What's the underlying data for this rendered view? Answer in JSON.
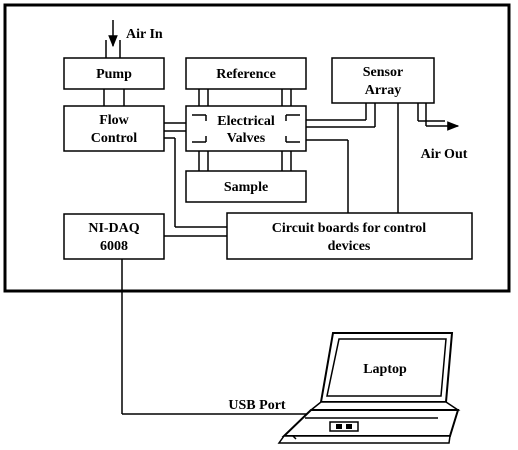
{
  "diagram": {
    "air_in": "Air In",
    "air_out": "Air Out",
    "pump": "Pump",
    "reference": "Reference",
    "sensor_array": [
      "Sensor",
      "Array"
    ],
    "flow_control": [
      "Flow",
      "Control"
    ],
    "electrical_valves": [
      "Electrical",
      "Valves"
    ],
    "sample": "Sample",
    "ni_daq": [
      "NI-DAQ",
      "6008"
    ],
    "circuit_boards": [
      "Circuit boards for control",
      "devices"
    ],
    "laptop": "Laptop",
    "usb_port": "USB Port"
  },
  "colors": {
    "stroke": "#000000",
    "background": "#ffffff"
  }
}
